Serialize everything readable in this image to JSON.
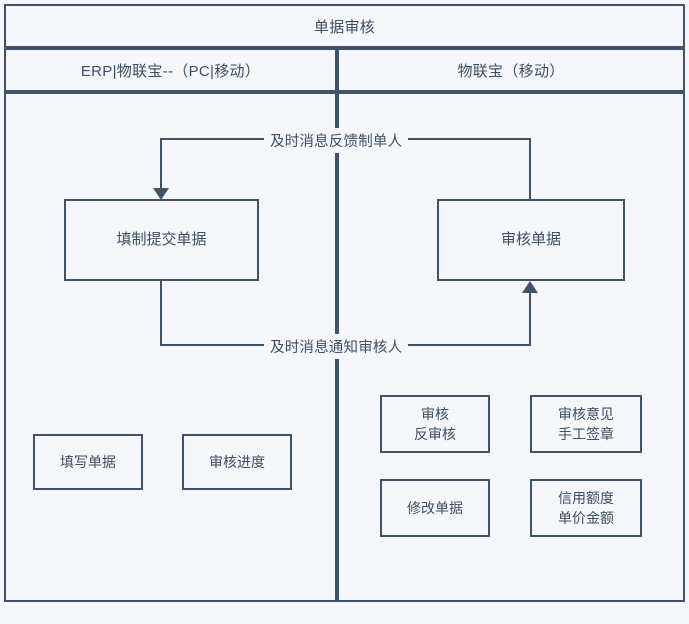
{
  "diagram": {
    "title": "单据审核",
    "lanes": [
      {
        "id": "left",
        "header": "ERP|物联宝--（PC|移动）"
      },
      {
        "id": "right",
        "header": "物联宝（移动）"
      }
    ],
    "nodes": [
      {
        "id": "fill-submit",
        "label": "填制提交单据",
        "lane": "left"
      },
      {
        "id": "audit-doc",
        "label": "审核单据",
        "lane": "right"
      },
      {
        "id": "fill-form",
        "label": "填写单据",
        "lane": "left"
      },
      {
        "id": "audit-prog",
        "label": "审核进度",
        "lane": "left"
      },
      {
        "id": "audit-rev",
        "label": "审核\n反审核",
        "line1": "审核",
        "line2": "反审核",
        "lane": "right"
      },
      {
        "id": "audit-opin",
        "label": "审核意见\n手工签章",
        "line1": "审核意见",
        "line2": "手工签章",
        "lane": "right"
      },
      {
        "id": "modify-doc",
        "label": "修改单据",
        "lane": "right"
      },
      {
        "id": "credit-limit",
        "label": "信用额度\n单价金额",
        "line1": "信用额度",
        "line2": "单价金额",
        "lane": "right"
      }
    ],
    "edges": [
      {
        "id": "feedback",
        "label": "及时消息反馈制单人",
        "from": "audit-doc",
        "to": "fill-submit"
      },
      {
        "id": "notify",
        "label": "及时消息通知审核人",
        "from": "fill-submit",
        "to": "audit-doc"
      }
    ],
    "colors": {
      "background": "#f4f6fa",
      "stroke": "#41536a",
      "text": "#3d4f63"
    }
  }
}
